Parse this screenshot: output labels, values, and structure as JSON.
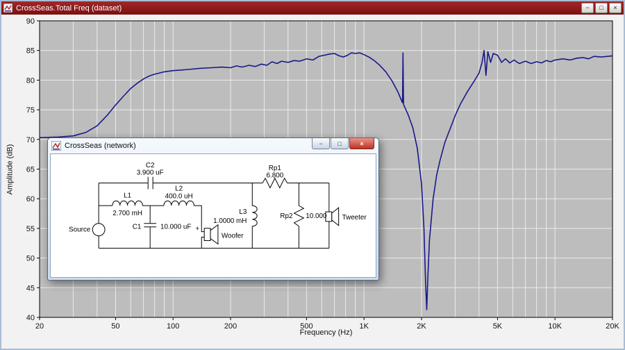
{
  "window": {
    "title": "CrossSeas.Total Freq (dataset)",
    "controls": {
      "minimize": "−",
      "maximize": "□",
      "close": "×"
    }
  },
  "colors": {
    "plot_bg": "#bdbdbd",
    "grid": "#ececec",
    "curve": "#18188c",
    "frame": "#000000",
    "titlebar": "#8f1a1a"
  },
  "chart_data": {
    "type": "line",
    "title": "CrossSeas.Total Freq (dataset)",
    "xlabel": "Frequency (Hz)",
    "ylabel": "Amplitude (dB)",
    "x_scale": "log",
    "xlim": [
      20,
      20000
    ],
    "ylim": [
      40,
      90
    ],
    "grid": true,
    "legend": "none",
    "x_ticks": [
      {
        "value": 20,
        "label": "20"
      },
      {
        "value": 50,
        "label": "50"
      },
      {
        "value": 100,
        "label": "100"
      },
      {
        "value": 200,
        "label": "200"
      },
      {
        "value": 500,
        "label": "500"
      },
      {
        "value": 1000,
        "label": "1K"
      },
      {
        "value": 2000,
        "label": "2K"
      },
      {
        "value": 5000,
        "label": "5K"
      },
      {
        "value": 10000,
        "label": "10K"
      },
      {
        "value": 20000,
        "label": "20K"
      }
    ],
    "y_ticks": [
      90,
      85,
      80,
      75,
      70,
      65,
      60,
      55,
      50,
      45,
      40
    ],
    "series": [
      {
        "name": "CrossSeas.Total Freq",
        "color": "#18188c",
        "points": [
          [
            20,
            70.3
          ],
          [
            25,
            70.4
          ],
          [
            30,
            70.6
          ],
          [
            35,
            71.2
          ],
          [
            40,
            72.3
          ],
          [
            45,
            74.0
          ],
          [
            50,
            75.8
          ],
          [
            55,
            77.3
          ],
          [
            60,
            78.6
          ],
          [
            65,
            79.5
          ],
          [
            70,
            80.2
          ],
          [
            75,
            80.7
          ],
          [
            80,
            81.0
          ],
          [
            90,
            81.4
          ],
          [
            100,
            81.6
          ],
          [
            110,
            81.7
          ],
          [
            120,
            81.8
          ],
          [
            140,
            82.0
          ],
          [
            160,
            82.1
          ],
          [
            180,
            82.2
          ],
          [
            200,
            82.1
          ],
          [
            215,
            82.4
          ],
          [
            230,
            82.2
          ],
          [
            250,
            82.5
          ],
          [
            270,
            82.3
          ],
          [
            290,
            82.7
          ],
          [
            310,
            82.5
          ],
          [
            330,
            83.1
          ],
          [
            350,
            82.8
          ],
          [
            370,
            83.2
          ],
          [
            400,
            83.0
          ],
          [
            430,
            83.3
          ],
          [
            460,
            83.2
          ],
          [
            500,
            83.6
          ],
          [
            540,
            83.4
          ],
          [
            580,
            84.0
          ],
          [
            620,
            84.2
          ],
          [
            660,
            84.4
          ],
          [
            700,
            84.5
          ],
          [
            740,
            84.1
          ],
          [
            780,
            83.9
          ],
          [
            820,
            84.2
          ],
          [
            860,
            84.6
          ],
          [
            900,
            84.5
          ],
          [
            950,
            84.6
          ],
          [
            1000,
            84.3
          ],
          [
            1060,
            83.9
          ],
          [
            1120,
            83.4
          ],
          [
            1200,
            82.6
          ],
          [
            1300,
            81.4
          ],
          [
            1400,
            79.9
          ],
          [
            1500,
            78.1
          ],
          [
            1550,
            77.0
          ],
          [
            1590,
            76.2
          ],
          [
            1600,
            84.6
          ],
          [
            1610,
            75.9
          ],
          [
            1700,
            74.2
          ],
          [
            1800,
            72.0
          ],
          [
            1900,
            68.5
          ],
          [
            2000,
            62.5
          ],
          [
            2060,
            55.0
          ],
          [
            2100,
            46.0
          ],
          [
            2130,
            41.3
          ],
          [
            2160,
            47.0
          ],
          [
            2200,
            53.0
          ],
          [
            2300,
            60.0
          ],
          [
            2400,
            64.0
          ],
          [
            2500,
            66.5
          ],
          [
            2650,
            69.5
          ],
          [
            2800,
            71.5
          ],
          [
            3000,
            74.0
          ],
          [
            3200,
            76.0
          ],
          [
            3500,
            78.2
          ],
          [
            3800,
            80.0
          ],
          [
            4000,
            81.2
          ],
          [
            4150,
            83.0
          ],
          [
            4250,
            85.0
          ],
          [
            4350,
            80.8
          ],
          [
            4450,
            84.8
          ],
          [
            4600,
            83.0
          ],
          [
            4750,
            84.5
          ],
          [
            5000,
            84.2
          ],
          [
            5250,
            83.0
          ],
          [
            5500,
            83.6
          ],
          [
            5800,
            82.9
          ],
          [
            6100,
            83.4
          ],
          [
            6500,
            82.8
          ],
          [
            7000,
            83.2
          ],
          [
            7500,
            82.8
          ],
          [
            8000,
            83.1
          ],
          [
            8500,
            82.9
          ],
          [
            9000,
            83.3
          ],
          [
            9500,
            83.1
          ],
          [
            10000,
            83.4
          ],
          [
            11000,
            83.6
          ],
          [
            12000,
            83.4
          ],
          [
            13000,
            83.7
          ],
          [
            14000,
            83.8
          ],
          [
            15000,
            83.6
          ],
          [
            16000,
            84.0
          ],
          [
            17500,
            83.9
          ],
          [
            20000,
            84.1
          ]
        ]
      }
    ]
  },
  "network_window": {
    "title": "CrossSeas (network)",
    "controls": {
      "minimize": "−",
      "maximize": "□",
      "close": "×"
    },
    "labels": {
      "source": "Source",
      "woofer": "Woofer",
      "woofer_plus": "+",
      "tweeter": "Tweeter",
      "C2_name": "C2",
      "C2_value": "3.900 uF",
      "L1_name": "L1",
      "L1_value": "2.700 mH",
      "L2_name": "L2",
      "L2_value": "400.0 uH",
      "C1_name": "C1",
      "C1_value": "10.000 uF",
      "L3_name": "L3",
      "L3_value": "1.0000 mH",
      "Rp1_name": "Rp1",
      "Rp1_value": "6.800",
      "Rp2_name": "Rp2",
      "Rp2_value": "10.000"
    }
  }
}
